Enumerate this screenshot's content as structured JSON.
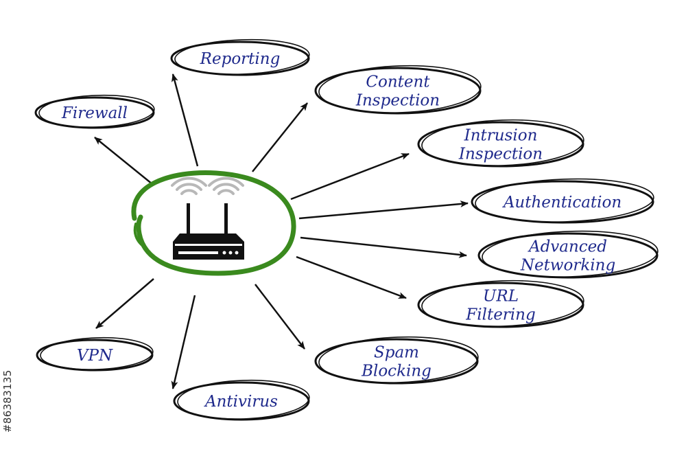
{
  "nodes": [
    {
      "id": "reporting",
      "lines": [
        "Reporting"
      ]
    },
    {
      "id": "firewall",
      "lines": [
        "Firewall"
      ]
    },
    {
      "id": "content-inspection",
      "lines": [
        "Content",
        "Inspection"
      ]
    },
    {
      "id": "intrusion-inspection",
      "lines": [
        "Intrusion",
        "Inspection"
      ]
    },
    {
      "id": "authentication",
      "lines": [
        "Authentication"
      ]
    },
    {
      "id": "advanced-networking",
      "lines": [
        "Advanced",
        "Networking"
      ]
    },
    {
      "id": "url-filtering",
      "lines": [
        "URL",
        "Filtering"
      ]
    },
    {
      "id": "spam-blocking",
      "lines": [
        "Spam",
        "Blocking"
      ]
    },
    {
      "id": "antivirus",
      "lines": [
        "Antivirus"
      ]
    },
    {
      "id": "vpn",
      "lines": [
        "VPN"
      ]
    }
  ],
  "center": {
    "icon": "wifi-router-icon"
  },
  "colors": {
    "text": "#1f2a8c",
    "ring": "#3a8a1e",
    "line": "#111111",
    "wifi": "#b8b8b8"
  },
  "watermark": "#86383135"
}
